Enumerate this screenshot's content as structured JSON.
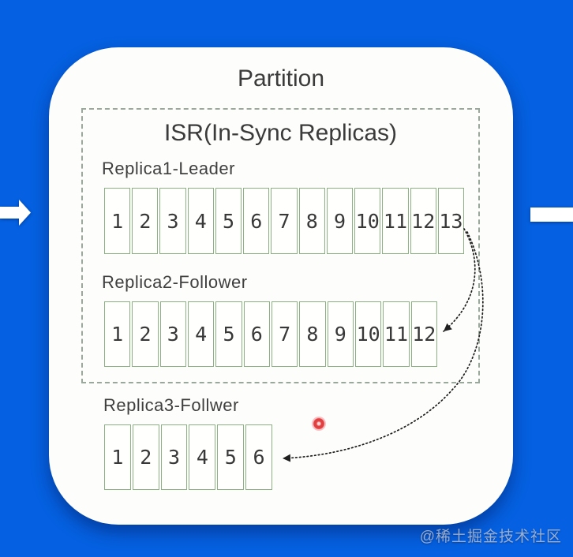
{
  "partition": {
    "title": "Partition",
    "isr": {
      "title": "ISR(In-Sync Replicas)"
    },
    "replicas": [
      {
        "id": "replica1",
        "label": "Replica1-Leader",
        "role": "leader",
        "in_isr": true,
        "cells": [
          "1",
          "2",
          "3",
          "4",
          "5",
          "6",
          "7",
          "8",
          "9",
          "10",
          "11",
          "12",
          "13"
        ]
      },
      {
        "id": "replica2",
        "label": "Replica2-Follower",
        "role": "follower",
        "in_isr": true,
        "cells": [
          "1",
          "2",
          "3",
          "4",
          "5",
          "6",
          "7",
          "8",
          "9",
          "10",
          "11",
          "12"
        ]
      },
      {
        "id": "replica3",
        "label": "Replica3-Follwer",
        "role": "follower",
        "in_isr": false,
        "cells": [
          "1",
          "2",
          "3",
          "4",
          "5",
          "6"
        ]
      }
    ]
  },
  "watermark": {
    "text": "@稀土掘金技术社区"
  },
  "colors": {
    "background": "#0561e1",
    "card": "#fdfdfb",
    "cell_border": "#8caf84",
    "dashed_border": "#9aa79b",
    "text": "#3b3b3b",
    "arrow": "#1f1f1f",
    "red_dot": "#e04040",
    "watermark": "#bac2d2"
  }
}
